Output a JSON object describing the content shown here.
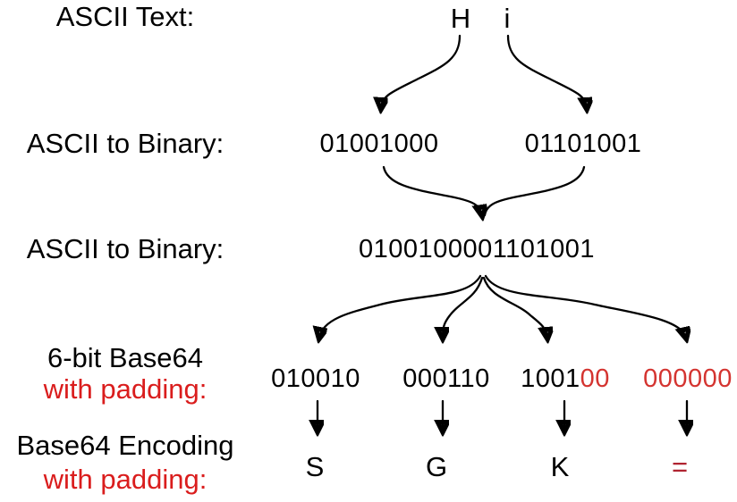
{
  "colors": {
    "red": "#da1d1d",
    "digit_red": "#d43430",
    "padding_red": "#b02330",
    "arrow": "#000000"
  },
  "labels": {
    "ascii_text": "ASCII Text:",
    "ascii_to_binary_1": "ASCII to Binary:",
    "ascii_to_binary_2": "ASCII to Binary:",
    "six_bit_line1": "6-bit Base64",
    "six_bit_line2": "with padding:",
    "encoding_line1": "Base64 Encoding",
    "encoding_line2": "with padding:"
  },
  "ascii_chars": [
    "H",
    "i"
  ],
  "byte_binary": [
    "01001000",
    "01101001"
  ],
  "combined_binary": "0100100001101001",
  "six_bit_groups": [
    {
      "black": "010010",
      "red": ""
    },
    {
      "black": "000110",
      "red": ""
    },
    {
      "black": "1001",
      "red": "00"
    },
    {
      "black": "",
      "red": "000000"
    }
  ],
  "base64_chars": [
    {
      "char": "S",
      "is_padding": false
    },
    {
      "char": "G",
      "is_padding": false
    },
    {
      "char": "K",
      "is_padding": false
    },
    {
      "char": "=",
      "is_padding": true
    }
  ]
}
